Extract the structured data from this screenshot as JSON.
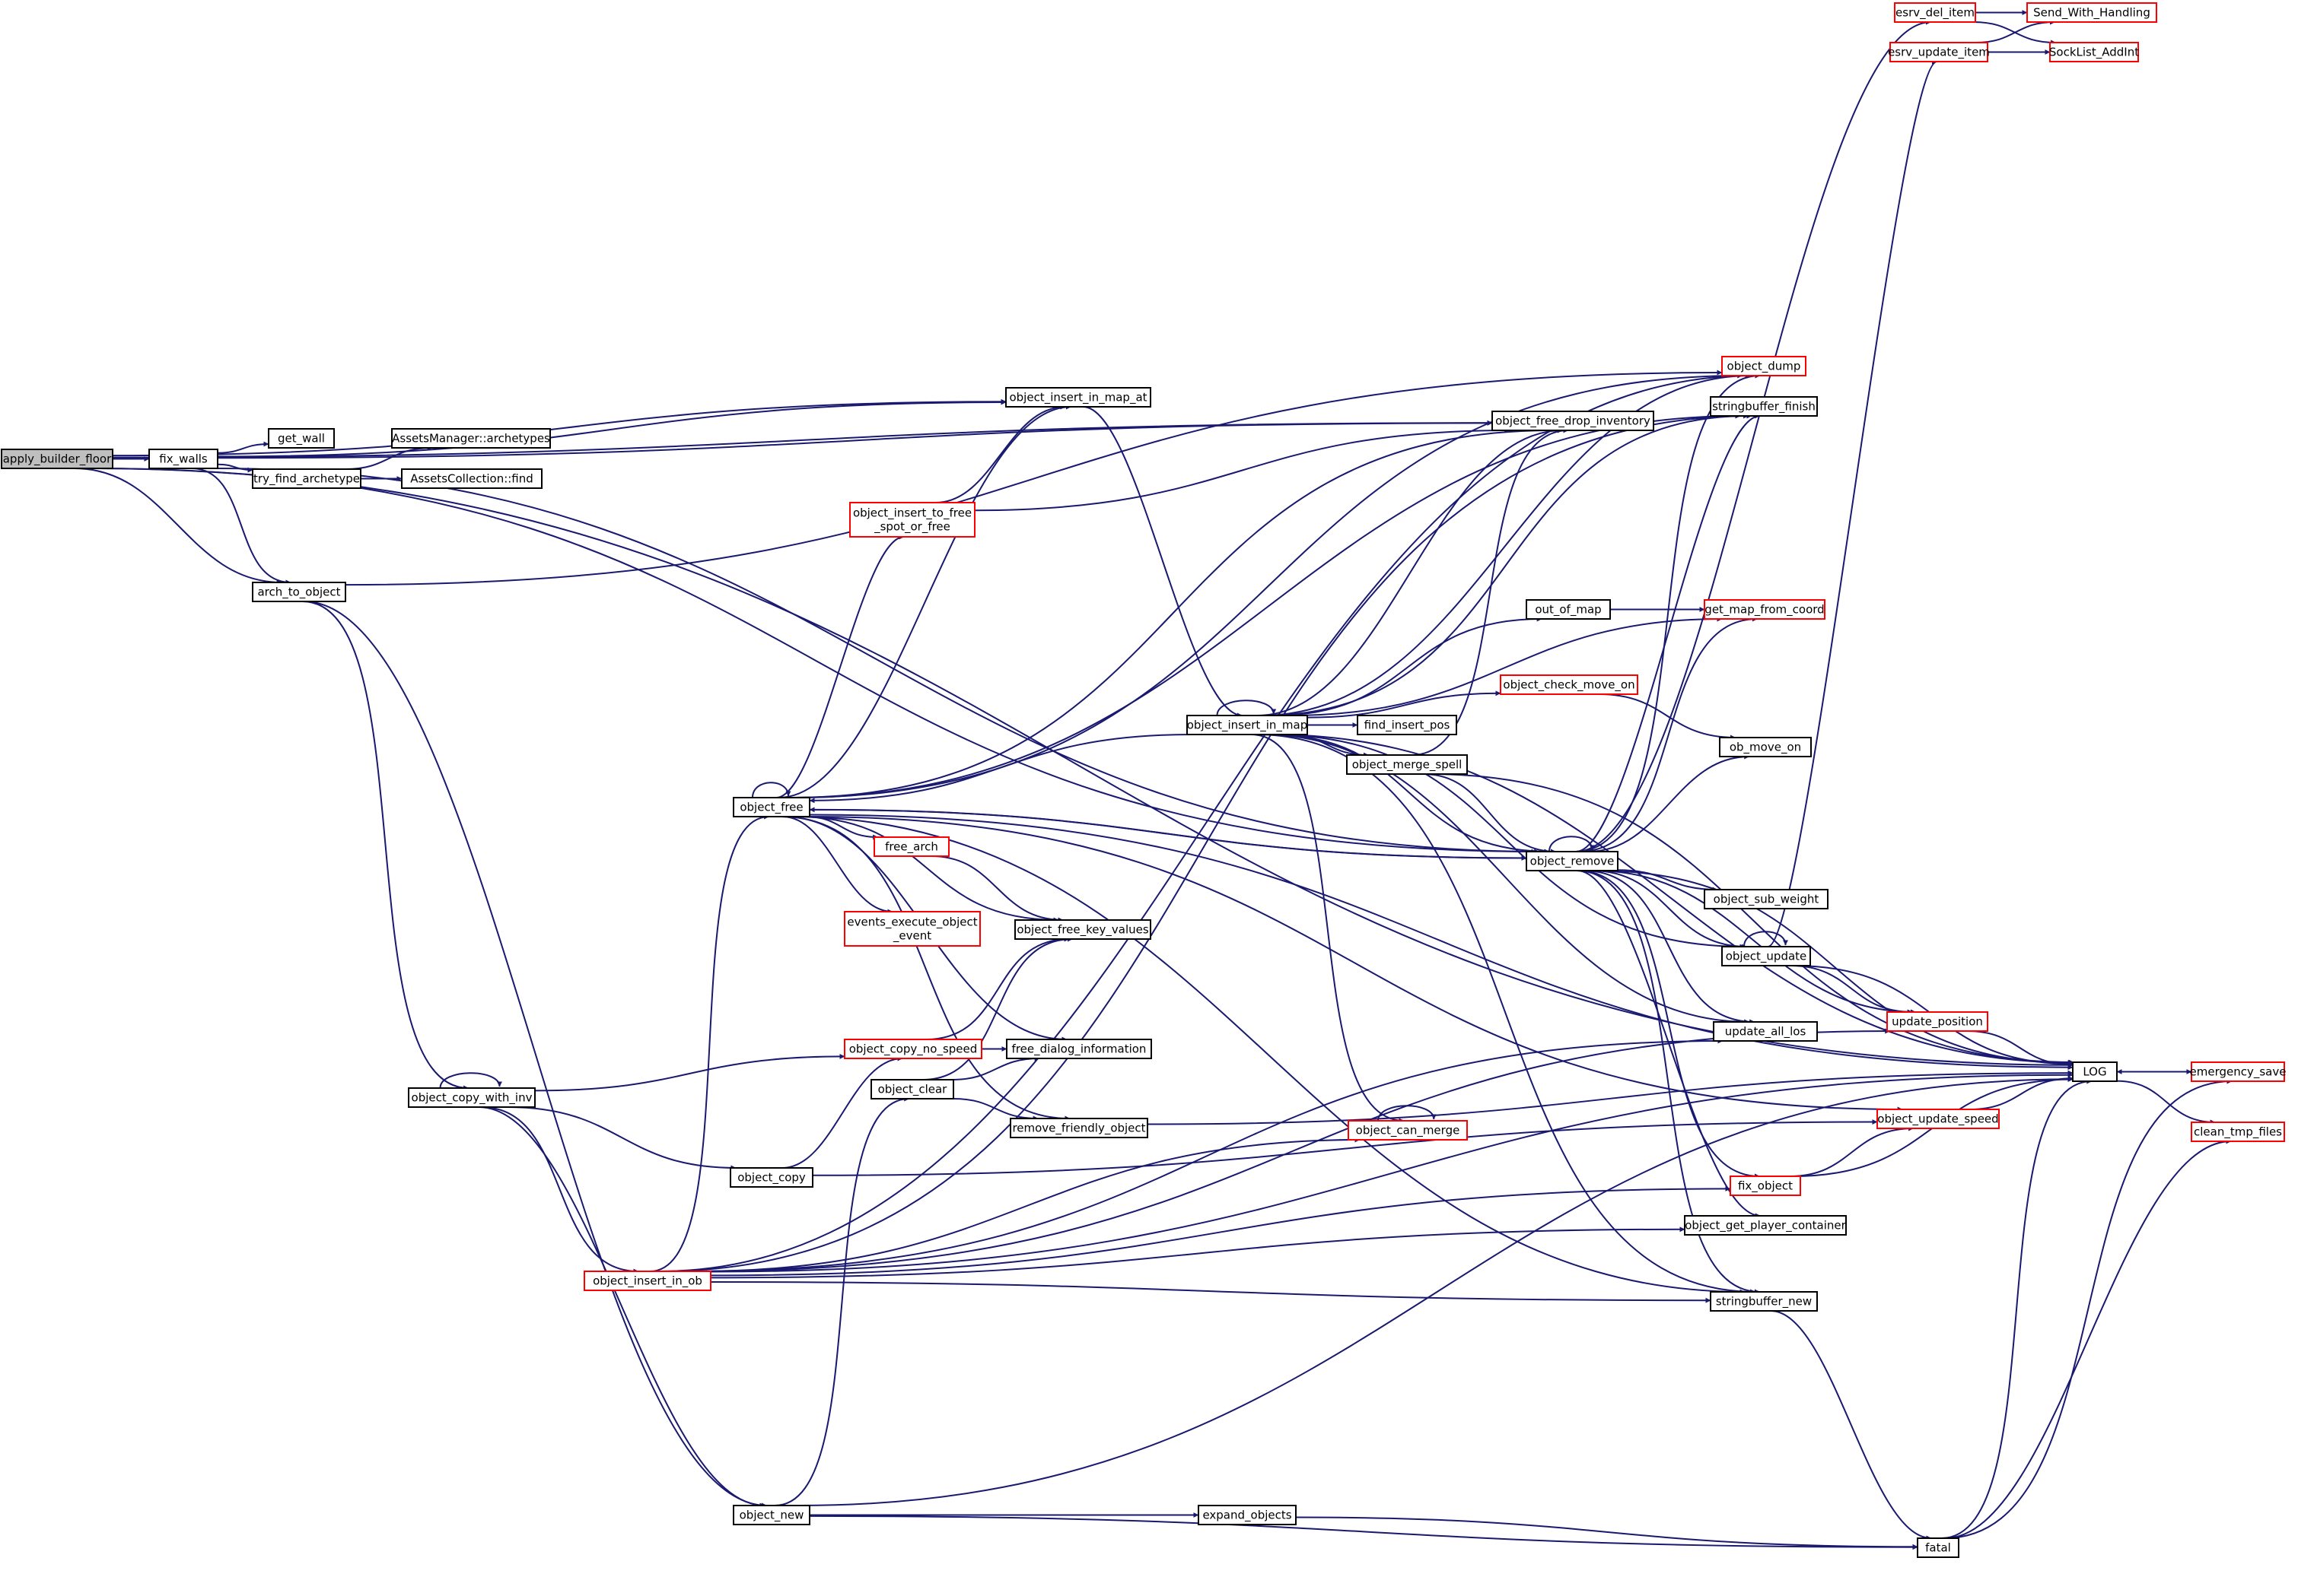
{
  "nodes": [
    {
      "id": "apply_builder_floor",
      "lines": [
        "apply_builder_floor"
      ],
      "style": "root"
    },
    {
      "id": "fix_walls",
      "lines": [
        "fix_walls"
      ],
      "style": "black"
    },
    {
      "id": "get_wall",
      "lines": [
        "get_wall"
      ],
      "style": "black"
    },
    {
      "id": "try_find_archetype",
      "lines": [
        "try_find_archetype"
      ],
      "style": "black"
    },
    {
      "id": "assets_archetypes",
      "lines": [
        "AssetsManager::archetypes"
      ],
      "style": "black"
    },
    {
      "id": "assets_find",
      "lines": [
        "AssetsCollection::find"
      ],
      "style": "black"
    },
    {
      "id": "arch_to_object",
      "lines": [
        "arch_to_object"
      ],
      "style": "black"
    },
    {
      "id": "object_copy_with_inv",
      "lines": [
        "object_copy_with_inv"
      ],
      "style": "black"
    },
    {
      "id": "object_insert_in_ob",
      "lines": [
        "object_insert_in_ob"
      ],
      "style": "red"
    },
    {
      "id": "object_new",
      "lines": [
        "object_new"
      ],
      "style": "black"
    },
    {
      "id": "object_free",
      "lines": [
        "object_free"
      ],
      "style": "black"
    },
    {
      "id": "object_copy",
      "lines": [
        "object_copy"
      ],
      "style": "black"
    },
    {
      "id": "object_insert_to_free_spot_or_free",
      "lines": [
        "object_insert_to_free",
        "_spot_or_free"
      ],
      "style": "red"
    },
    {
      "id": "free_arch",
      "lines": [
        "free_arch"
      ],
      "style": "red"
    },
    {
      "id": "events_execute_object_event",
      "lines": [
        "events_execute_object",
        "_event"
      ],
      "style": "red"
    },
    {
      "id": "object_copy_no_speed",
      "lines": [
        "object_copy_no_speed"
      ],
      "style": "red"
    },
    {
      "id": "object_clear",
      "lines": [
        "object_clear"
      ],
      "style": "black"
    },
    {
      "id": "object_insert_in_map_at",
      "lines": [
        "object_insert_in_map_at"
      ],
      "style": "black"
    },
    {
      "id": "object_free_key_values",
      "lines": [
        "object_free_key_values"
      ],
      "style": "black"
    },
    {
      "id": "free_dialog_information",
      "lines": [
        "free_dialog_information"
      ],
      "style": "black"
    },
    {
      "id": "remove_friendly_object",
      "lines": [
        "remove_friendly_object"
      ],
      "style": "black"
    },
    {
      "id": "expand_objects",
      "lines": [
        "expand_objects"
      ],
      "style": "black"
    },
    {
      "id": "object_insert_in_map",
      "lines": [
        "object_insert_in_map"
      ],
      "style": "black"
    },
    {
      "id": "find_insert_pos",
      "lines": [
        "find_insert_pos"
      ],
      "style": "black"
    },
    {
      "id": "object_merge_spell",
      "lines": [
        "object_merge_spell"
      ],
      "style": "black"
    },
    {
      "id": "out_of_map",
      "lines": [
        "out_of_map"
      ],
      "style": "black"
    },
    {
      "id": "object_check_move_on",
      "lines": [
        "object_check_move_on"
      ],
      "style": "red"
    },
    {
      "id": "object_can_merge",
      "lines": [
        "object_can_merge"
      ],
      "style": "red"
    },
    {
      "id": "object_free_drop_inventory",
      "lines": [
        "object_free_drop_inventory"
      ],
      "style": "black"
    },
    {
      "id": "object_remove",
      "lines": [
        "object_remove"
      ],
      "style": "black"
    },
    {
      "id": "object_dump",
      "lines": [
        "object_dump"
      ],
      "style": "red"
    },
    {
      "id": "stringbuffer_finish",
      "lines": [
        "stringbuffer_finish"
      ],
      "style": "black"
    },
    {
      "id": "get_map_from_coord",
      "lines": [
        "get_map_from_coord"
      ],
      "style": "red"
    },
    {
      "id": "ob_move_on",
      "lines": [
        "ob_move_on"
      ],
      "style": "black"
    },
    {
      "id": "object_sub_weight",
      "lines": [
        "object_sub_weight"
      ],
      "style": "black"
    },
    {
      "id": "object_update",
      "lines": [
        "object_update"
      ],
      "style": "black"
    },
    {
      "id": "update_all_los",
      "lines": [
        "update_all_los"
      ],
      "style": "black"
    },
    {
      "id": "update_position",
      "lines": [
        "update_position"
      ],
      "style": "red"
    },
    {
      "id": "object_update_speed",
      "lines": [
        "object_update_speed"
      ],
      "style": "red"
    },
    {
      "id": "fix_object",
      "lines": [
        "fix_object"
      ],
      "style": "red"
    },
    {
      "id": "object_get_player_container",
      "lines": [
        "object_get_player_container"
      ],
      "style": "black"
    },
    {
      "id": "stringbuffer_new",
      "lines": [
        "stringbuffer_new"
      ],
      "style": "black"
    },
    {
      "id": "fatal",
      "lines": [
        "fatal"
      ],
      "style": "black"
    },
    {
      "id": "esrv_del_item",
      "lines": [
        "esrv_del_item"
      ],
      "style": "red"
    },
    {
      "id": "esrv_update_item",
      "lines": [
        "esrv_update_item"
      ],
      "style": "red"
    },
    {
      "id": "send_with_handling",
      "lines": [
        "Send_With_Handling"
      ],
      "style": "red"
    },
    {
      "id": "socklist_addint",
      "lines": [
        "SockList_AddInt"
      ],
      "style": "red"
    },
    {
      "id": "LOG",
      "lines": [
        "LOG"
      ],
      "style": "black"
    },
    {
      "id": "emergency_save",
      "lines": [
        "emergency_save"
      ],
      "style": "red"
    },
    {
      "id": "clean_tmp_files",
      "lines": [
        "clean_tmp_files"
      ],
      "style": "red"
    }
  ],
  "edges": [
    [
      "apply_builder_floor",
      "fix_walls"
    ],
    [
      "apply_builder_floor",
      "arch_to_object"
    ],
    [
      "apply_builder_floor",
      "object_insert_in_map_at"
    ],
    [
      "apply_builder_floor",
      "object_free_drop_inventory"
    ],
    [
      "apply_builder_floor",
      "object_remove"
    ],
    [
      "apply_builder_floor",
      "LOG"
    ],
    [
      "fix_walls",
      "get_wall"
    ],
    [
      "fix_walls",
      "try_find_archetype"
    ],
    [
      "fix_walls",
      "arch_to_object"
    ],
    [
      "fix_walls",
      "object_insert_in_map_at"
    ],
    [
      "fix_walls",
      "object_free_drop_inventory"
    ],
    [
      "fix_walls",
      "object_remove"
    ],
    [
      "try_find_archetype",
      "assets_archetypes"
    ],
    [
      "try_find_archetype",
      "assets_find"
    ],
    [
      "arch_to_object",
      "object_copy_with_inv"
    ],
    [
      "arch_to_object",
      "object_new"
    ],
    [
      "arch_to_object",
      "object_dump"
    ],
    [
      "object_copy_with_inv",
      "object_copy_with_inv"
    ],
    [
      "object_copy_with_inv",
      "object_copy"
    ],
    [
      "object_copy_with_inv",
      "object_copy_no_speed"
    ],
    [
      "object_copy_with_inv",
      "object_insert_in_ob"
    ],
    [
      "object_copy_with_inv",
      "object_new"
    ],
    [
      "object_insert_in_ob",
      "object_free"
    ],
    [
      "object_insert_in_ob",
      "object_dump"
    ],
    [
      "object_insert_in_ob",
      "stringbuffer_finish"
    ],
    [
      "object_insert_in_ob",
      "object_can_merge"
    ],
    [
      "object_insert_in_ob",
      "update_position"
    ],
    [
      "object_insert_in_ob",
      "fix_object"
    ],
    [
      "object_insert_in_ob",
      "update_all_los"
    ],
    [
      "object_insert_in_ob",
      "object_get_player_container"
    ],
    [
      "object_insert_in_ob",
      "stringbuffer_new"
    ],
    [
      "object_insert_in_ob",
      "LOG"
    ],
    [
      "object_new",
      "object_clear"
    ],
    [
      "object_new",
      "expand_objects"
    ],
    [
      "object_new",
      "fatal"
    ],
    [
      "object_new",
      "LOG"
    ],
    [
      "object_free",
      "object_free"
    ],
    [
      "object_free",
      "object_insert_to_free_spot_or_free"
    ],
    [
      "object_free",
      "free_arch"
    ],
    [
      "object_free",
      "events_execute_object_event"
    ],
    [
      "object_free",
      "object_free_key_values"
    ],
    [
      "object_free",
      "free_dialog_information"
    ],
    [
      "object_free",
      "remove_friendly_object"
    ],
    [
      "object_free",
      "object_insert_in_map_at"
    ],
    [
      "object_free",
      "object_free_drop_inventory"
    ],
    [
      "object_free",
      "object_remove"
    ],
    [
      "object_free",
      "object_dump"
    ],
    [
      "object_free",
      "stringbuffer_finish"
    ],
    [
      "object_free",
      "object_update_speed"
    ],
    [
      "object_free",
      "stringbuffer_new"
    ],
    [
      "object_free",
      "LOG"
    ],
    [
      "object_insert_to_free_spot_or_free",
      "object_insert_in_map_at"
    ],
    [
      "object_insert_to_free_spot_or_free",
      "object_free_drop_inventory"
    ],
    [
      "free_arch",
      "object_free_key_values"
    ],
    [
      "object_copy_no_speed",
      "object_free_key_values"
    ],
    [
      "object_copy_no_speed",
      "free_dialog_information"
    ],
    [
      "object_clear",
      "object_free_key_values"
    ],
    [
      "object_clear",
      "free_dialog_information"
    ],
    [
      "object_clear",
      "remove_friendly_object"
    ],
    [
      "object_copy",
      "object_copy_no_speed"
    ],
    [
      "object_copy",
      "object_update_speed"
    ],
    [
      "object_insert_in_map_at",
      "object_insert_in_map"
    ],
    [
      "remove_friendly_object",
      "LOG"
    ],
    [
      "expand_objects",
      "fatal"
    ],
    [
      "object_insert_in_map",
      "object_insert_in_map"
    ],
    [
      "object_insert_in_map",
      "object_free"
    ],
    [
      "object_insert_in_map",
      "find_insert_pos"
    ],
    [
      "object_insert_in_map",
      "object_merge_spell"
    ],
    [
      "object_insert_in_map",
      "out_of_map"
    ],
    [
      "object_insert_in_map",
      "object_check_move_on"
    ],
    [
      "object_insert_in_map",
      "object_can_merge"
    ],
    [
      "object_insert_in_map",
      "object_free_drop_inventory"
    ],
    [
      "object_insert_in_map",
      "object_remove"
    ],
    [
      "object_insert_in_map",
      "object_dump"
    ],
    [
      "object_insert_in_map",
      "stringbuffer_finish"
    ],
    [
      "object_insert_in_map",
      "get_map_from_coord"
    ],
    [
      "object_insert_in_map",
      "object_update"
    ],
    [
      "object_insert_in_map",
      "update_all_los"
    ],
    [
      "object_insert_in_map",
      "stringbuffer_new"
    ],
    [
      "object_insert_in_map",
      "LOG"
    ],
    [
      "object_merge_spell",
      "object_free_drop_inventory"
    ],
    [
      "object_merge_spell",
      "object_remove"
    ],
    [
      "object_merge_spell",
      "LOG"
    ],
    [
      "out_of_map",
      "get_map_from_coord"
    ],
    [
      "object_check_move_on",
      "ob_move_on"
    ],
    [
      "object_can_merge",
      "object_can_merge"
    ],
    [
      "object_remove",
      "object_remove"
    ],
    [
      "object_remove",
      "object_free"
    ],
    [
      "object_remove",
      "object_dump"
    ],
    [
      "object_remove",
      "stringbuffer_finish"
    ],
    [
      "object_remove",
      "get_map_from_coord"
    ],
    [
      "object_remove",
      "ob_move_on"
    ],
    [
      "object_remove",
      "object_sub_weight"
    ],
    [
      "object_remove",
      "object_update"
    ],
    [
      "object_remove",
      "update_all_los"
    ],
    [
      "object_remove",
      "update_position"
    ],
    [
      "object_remove",
      "fix_object"
    ],
    [
      "object_remove",
      "object_get_player_container"
    ],
    [
      "object_remove",
      "stringbuffer_new"
    ],
    [
      "object_remove",
      "esrv_del_item"
    ],
    [
      "object_remove",
      "LOG"
    ],
    [
      "object_update",
      "object_update"
    ],
    [
      "object_update",
      "update_position"
    ],
    [
      "object_update",
      "esrv_update_item"
    ],
    [
      "object_update",
      "LOG"
    ],
    [
      "fix_object",
      "object_update_speed"
    ],
    [
      "fix_object",
      "LOG"
    ],
    [
      "update_position",
      "LOG"
    ],
    [
      "object_update_speed",
      "LOG"
    ],
    [
      "stringbuffer_new",
      "fatal"
    ],
    [
      "fatal",
      "emergency_save"
    ],
    [
      "fatal",
      "clean_tmp_files"
    ],
    [
      "fatal",
      "LOG"
    ],
    [
      "esrv_del_item",
      "send_with_handling"
    ],
    [
      "esrv_del_item",
      "socklist_addint"
    ],
    [
      "esrv_update_item",
      "send_with_handling"
    ],
    [
      "esrv_update_item",
      "socklist_addint"
    ],
    [
      "LOG",
      "emergency_save"
    ],
    [
      "emergency_save",
      "LOG"
    ],
    [
      "LOG",
      "clean_tmp_files"
    ]
  ]
}
